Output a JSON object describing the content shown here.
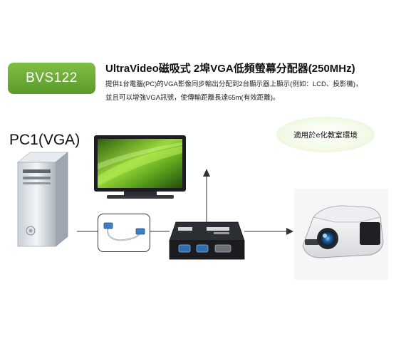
{
  "product": {
    "model": "BVS122",
    "title": "UltraVideo磁吸式 2埠VGA低頻螢幕分配器(250MHz)",
    "description_line1": "提供1台電腦(PC)的VGA影像同步輸出分配到2台顯示器上顯示(例如：LCD、投影機)，",
    "description_line2": "並且可以增強VGA訊號，使傳輸距離長達65m(有效距離)。"
  },
  "diagram": {
    "source_label": "PC1(VGA)",
    "callout": "適用於e化教室環境"
  },
  "colors": {
    "badge_green": "#6aaa35",
    "connector_line": "#333333"
  }
}
